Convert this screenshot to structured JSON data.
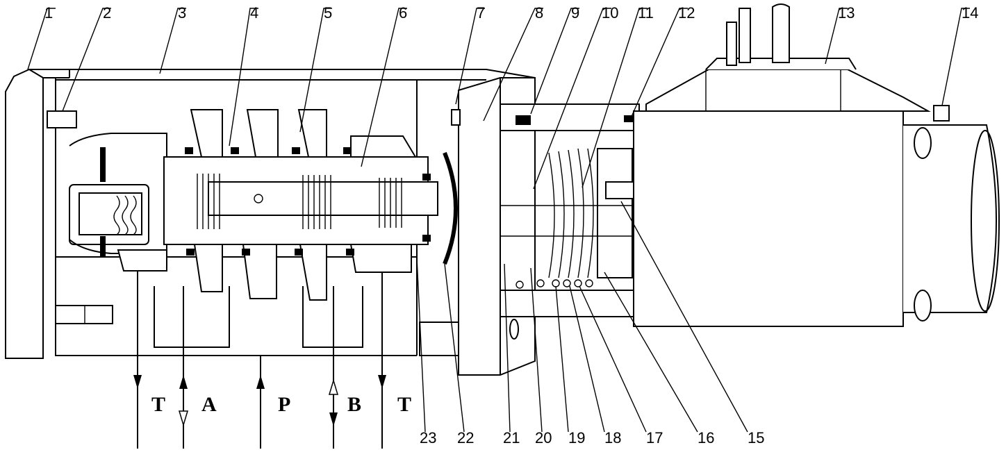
{
  "diagram": {
    "part_numbers": [
      "1",
      "2",
      "3",
      "4",
      "5",
      "6",
      "7",
      "8",
      "9",
      "10",
      "11",
      "12",
      "13",
      "14",
      "15",
      "16",
      "17",
      "18",
      "19",
      "20",
      "21",
      "22",
      "23"
    ],
    "port_labels": {
      "t_left": "T",
      "a": "A",
      "p": "P",
      "b": "B",
      "t_right": "T"
    }
  }
}
